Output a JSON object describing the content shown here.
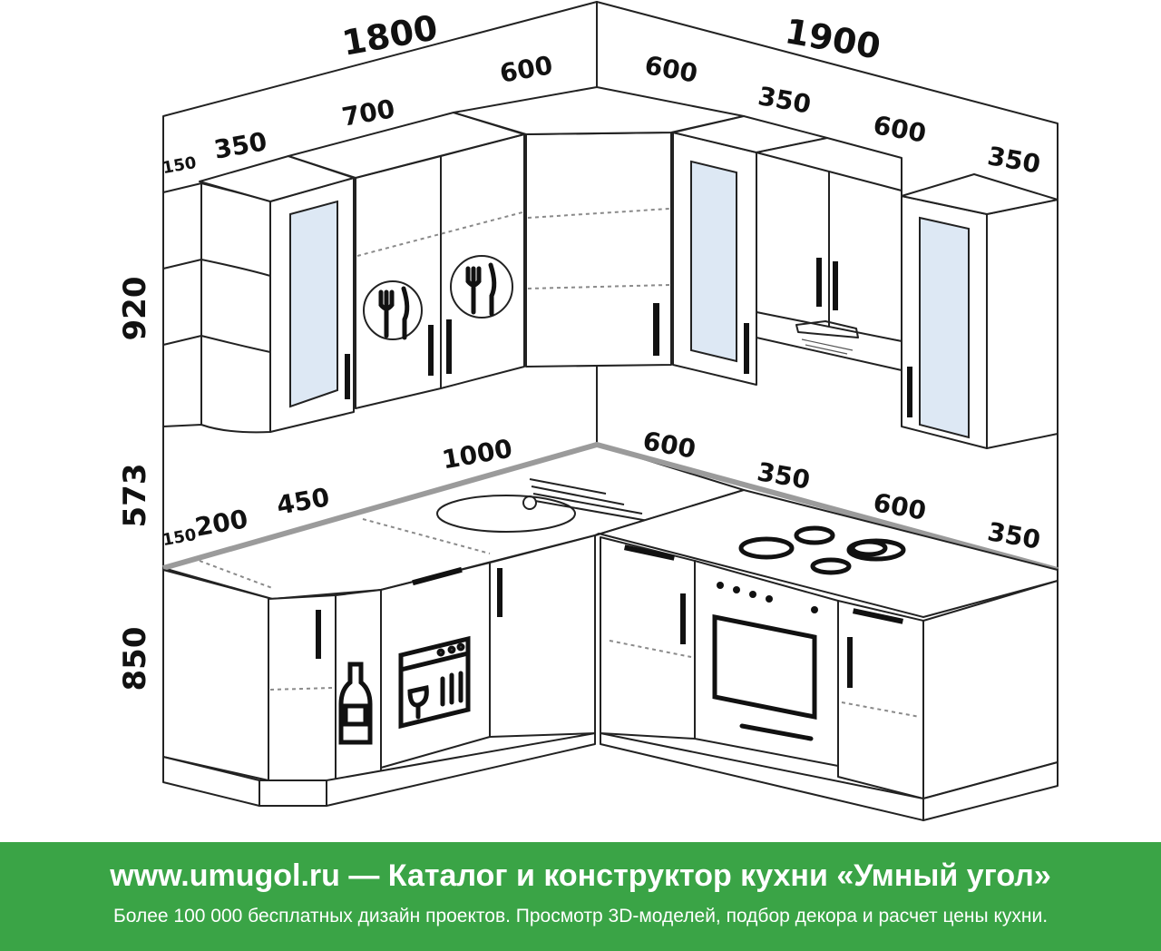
{
  "dimensions": {
    "top_left_total": "1800",
    "top_right_total": "1900",
    "upper_left": [
      "150",
      "350",
      "700",
      "600"
    ],
    "upper_right": [
      "600",
      "350",
      "600",
      "350"
    ],
    "lower_left": [
      "150",
      "200",
      "450",
      "1000"
    ],
    "lower_right": [
      "600",
      "350",
      "600",
      "350"
    ],
    "heights": [
      "920",
      "573",
      "850"
    ]
  },
  "footer": {
    "line1": "www.umugol.ru — Каталог и конструктор кухни «Умный угол»",
    "line2": "Более 100 000 бесплатных дизайн проектов. Просмотр 3D-моделей, подбор декора и расчет цены кухни."
  },
  "colors": {
    "footer_bg": "#3aa446",
    "footer_text": "#ffffff",
    "glass": "#dde8f4"
  }
}
